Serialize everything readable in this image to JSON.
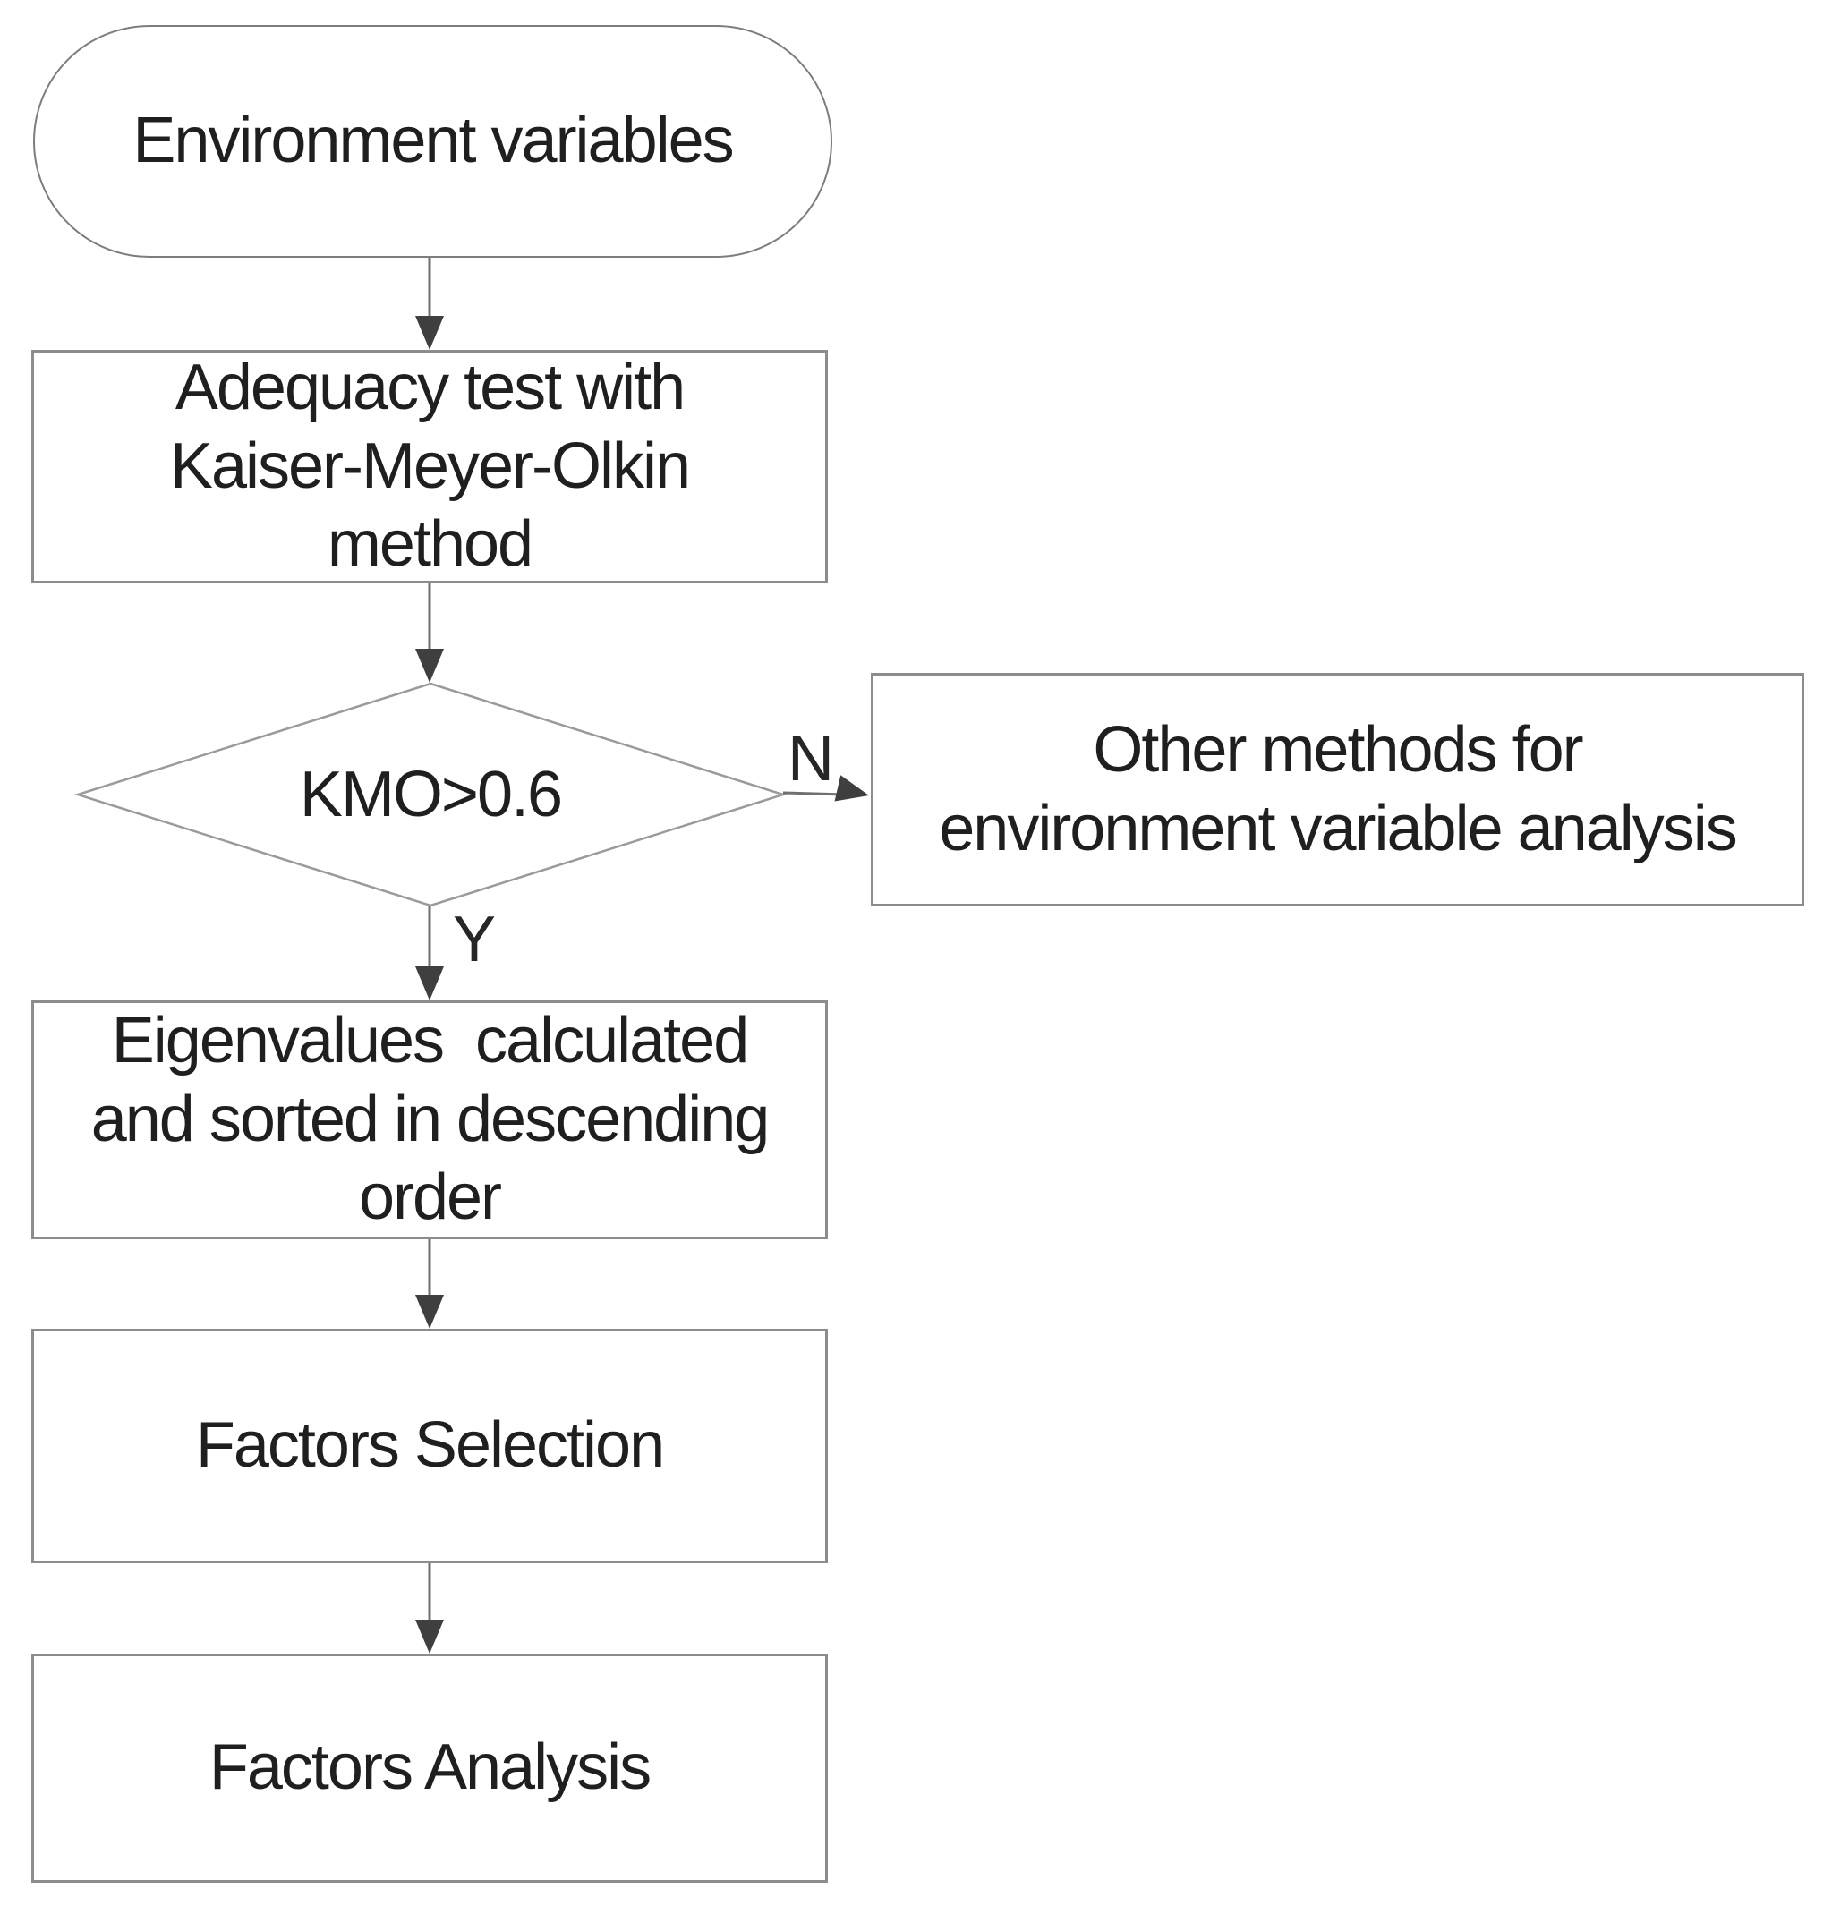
{
  "figure": {
    "type": "flowchart",
    "colors": {
      "background": "#ffffff",
      "box_border": "#8c8c8c",
      "diamond_border": "#9a9a9a",
      "text": "#1f1f1f",
      "connector_line": "#707070",
      "arrowhead": "#3f3f3f"
    },
    "nodes": {
      "start": {
        "label": "Environment variables",
        "shape": "terminator"
      },
      "adequacy_test": {
        "label": "Adequacy test with\nKaiser-Meyer-Olkin\nmethod",
        "shape": "process"
      },
      "kmo_decision": {
        "label": "KMO>0.6",
        "shape": "decision"
      },
      "other_methods": {
        "label": "Other methods for\nenvironment variable analysis",
        "shape": "process"
      },
      "eigenvalues": {
        "label": "Eigenvalues  calculated\nand sorted in descending\norder",
        "shape": "process"
      },
      "factors_selection": {
        "label": "Factors Selection",
        "shape": "process"
      },
      "factors_analysis": {
        "label": "Factors Analysis",
        "shape": "process"
      }
    },
    "edge_labels": {
      "yes": "Y",
      "no": "N"
    }
  }
}
